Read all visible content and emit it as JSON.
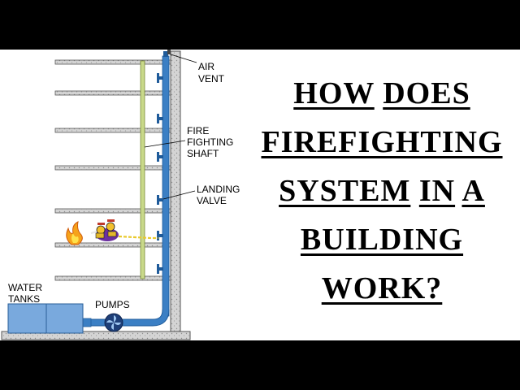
{
  "labels": {
    "air_vent": [
      "AIR",
      "VENT"
    ],
    "fire_fighting_shaft": [
      "FIRE",
      "FIGHTING",
      "SHAFT"
    ],
    "landing_valve": [
      "LANDING",
      "VALVE"
    ],
    "water_tanks": [
      "WATER",
      "TANKS"
    ],
    "pumps": "PUMPS"
  },
  "title_lines": [
    [
      "HOW",
      "DOES"
    ],
    [
      "FIREFIGHTING"
    ],
    [
      "SYSTEM",
      "IN",
      "A"
    ],
    [
      "BUILDING"
    ],
    [
      "WORK?"
    ]
  ],
  "colors": {
    "pipe": "#3b7fc4",
    "pipe_dark": "#1f5b9a",
    "shaft": "#c9d98a",
    "concrete": "#cfcfcf",
    "tank": "#79a9dd",
    "letterbox": "#000000"
  }
}
